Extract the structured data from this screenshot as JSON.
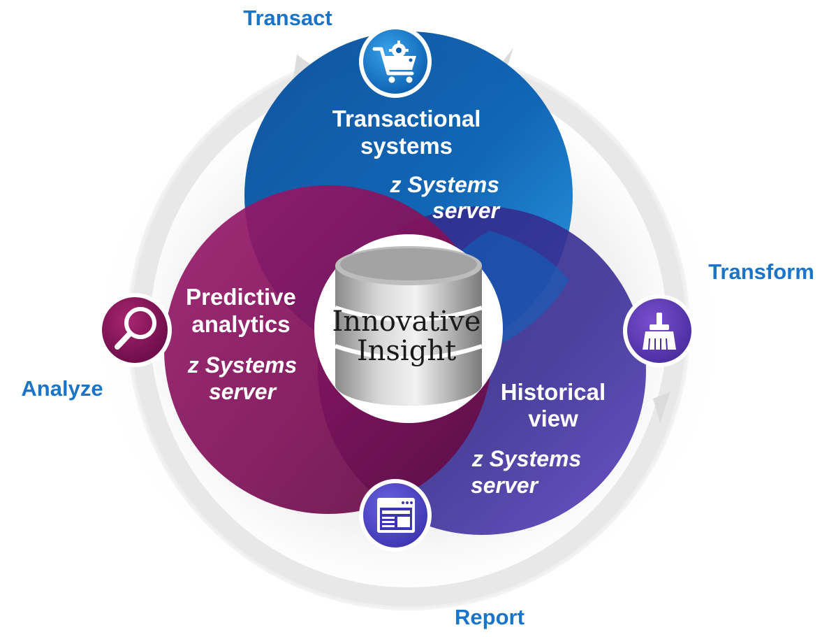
{
  "colors": {
    "stage_label": "#1a74c8",
    "transactional": "#0a62b4",
    "transactional_light": "#1f8ee0",
    "predictive": "#7b0f55",
    "predictive_light": "#9c1a6d",
    "historical": "#3b2f96",
    "historical_light": "#5a3fc0",
    "ring": "#e3e3e3"
  },
  "center": {
    "line1": "Innovative",
    "line2": "Insight"
  },
  "stages": {
    "transact": "Transact",
    "transform": "Transform",
    "report": "Report",
    "analyze": "Analyze"
  },
  "icons": {
    "transact": "shopping-cart-gear-icon",
    "transform": "broom-icon",
    "report": "browser-window-icon",
    "analyze": "magnifying-glass-icon"
  },
  "lobes": {
    "transactional": {
      "title1": "Transactional",
      "title2": "systems",
      "sub1": "z Systems",
      "sub2": "server"
    },
    "predictive": {
      "title1": "Predictive",
      "title2": "analytics",
      "sub1": "z Systems",
      "sub2": "server"
    },
    "historical": {
      "title1": "Historical",
      "title2": "view",
      "sub1": "z Systems",
      "sub2": "server"
    }
  }
}
